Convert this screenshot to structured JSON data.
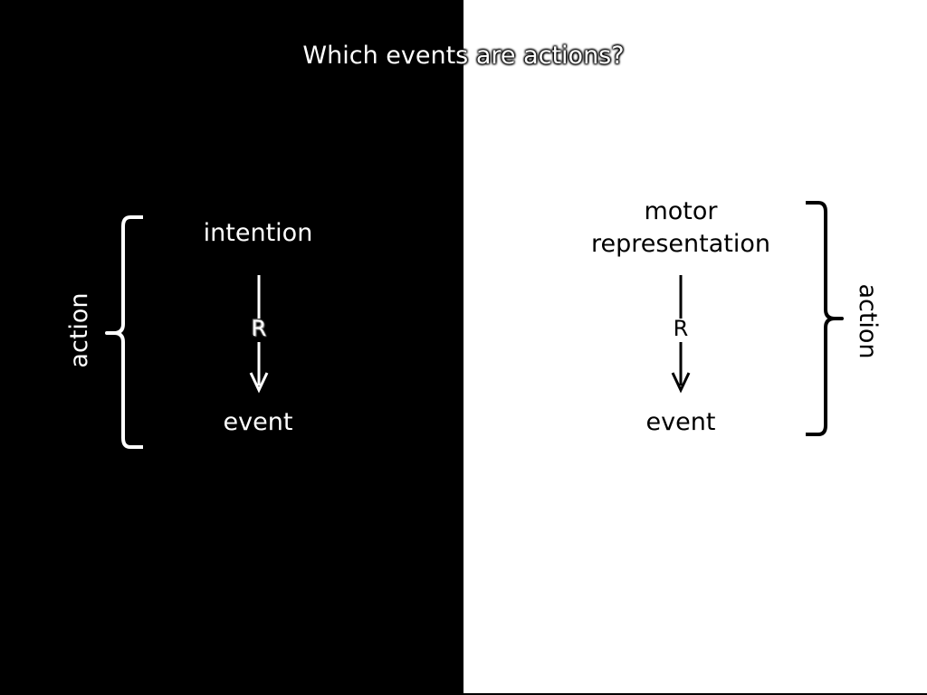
{
  "title": "Which events are actions?",
  "left_panel": {
    "background": "#000000",
    "foreground": "#ffffff",
    "top_node": "intention",
    "relation": "R",
    "bottom_node": "event",
    "bracket_label": "action"
  },
  "right_panel": {
    "background": "#ffffff",
    "foreground": "#000000",
    "top_node_line1": "motor",
    "top_node_line2": "representation",
    "relation": "R",
    "bottom_node": "event",
    "bracket_label": "action"
  }
}
